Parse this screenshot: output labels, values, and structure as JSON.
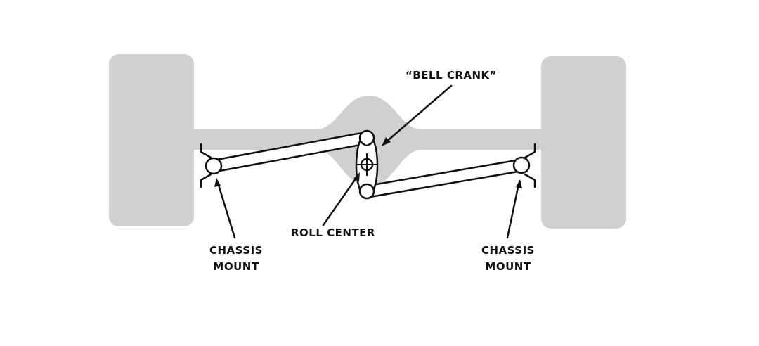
{
  "diagram": {
    "title": "",
    "labels": {
      "bell_crank": "“BELL CRANK”",
      "roll_center": "ROLL CENTER",
      "left_mount_line1": "CHASSIS",
      "left_mount_line2": "MOUNT",
      "right_mount_line1": "CHASSIS",
      "right_mount_line2": "MOUNT"
    },
    "colors": {
      "axle_housing": "#d0d0d0",
      "ink": "#111111",
      "background": "#ffffff"
    }
  }
}
